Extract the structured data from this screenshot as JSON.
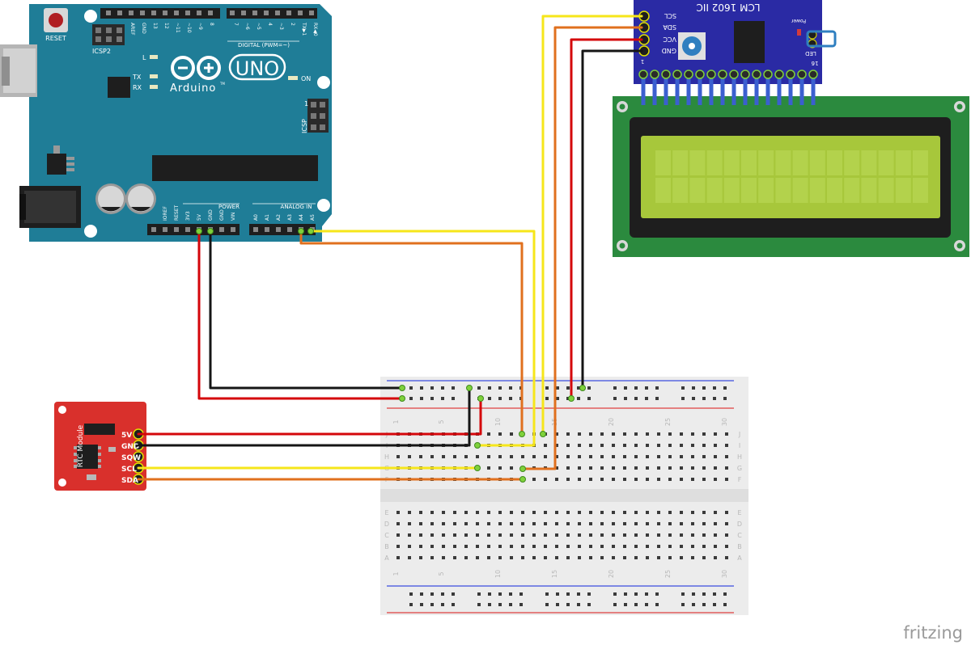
{
  "colors": {
    "arduino_board": "#1f7d97",
    "lcd_board": "#2b8a3e",
    "lcd_screen": "#a7c73b",
    "i2c_board": "#2a2aa4",
    "rtc_board": "#d9302c",
    "breadboard": "#ececec",
    "wire_red": "#d4060a",
    "wire_black": "#151515",
    "wire_yellow": "#f6e61a",
    "wire_orange": "#e0701e",
    "rail_blue": "#3b4de0",
    "rail_red": "#e04040"
  },
  "arduino": {
    "reset_label": "RESET",
    "icsp2_label": "ICSP2",
    "model_label": "UNO",
    "brand_label": "Arduino",
    "trademark": "TM",
    "l_label": "L",
    "tx_label": "TX",
    "rx_label": "RX",
    "on_label": "ON",
    "icsp_label": "ICSP",
    "icsp_pin1": "1",
    "digital_label": "DIGITAL (PWM=~)",
    "top_pins": [
      "AREF",
      "GND",
      "13",
      "12",
      "~11",
      "~10",
      "~9",
      "8",
      "7",
      "~6",
      "~5",
      "4",
      "~3",
      "2",
      "TX▶1",
      "RX◀0"
    ],
    "power_label": "POWER",
    "analog_label": "ANALOG IN",
    "power_pins": [
      "IOREF",
      "RESET",
      "3V3",
      "5V",
      "GND",
      "GND",
      "VIN"
    ],
    "analog_pins": [
      "A0",
      "A1",
      "A2",
      "A3",
      "A4",
      "A5"
    ]
  },
  "i2c_module": {
    "title": "LCM 1602 IIC",
    "power_label": "Power",
    "led_label": "LED",
    "pin_labels": [
      "SCL",
      "SDA",
      "VCC",
      "GND"
    ],
    "pin1_label": "1",
    "pin16_label": "16"
  },
  "rtc_module": {
    "title": "RTC Module",
    "pin_labels": [
      "5V",
      "GND",
      "SQW",
      "SCL",
      "SDA"
    ]
  },
  "breadboard": {
    "column_numbers": [
      "1",
      "5",
      "10",
      "15",
      "20",
      "25",
      "30"
    ],
    "row_letters_top": [
      "J",
      "I",
      "H",
      "G",
      "F"
    ],
    "row_letters_bottom": [
      "E",
      "D",
      "C",
      "B",
      "A"
    ]
  },
  "watermark": "fritzing",
  "icons": [
    "usb-connector-icon",
    "power-jack-icon",
    "reset-button-icon",
    "infinity-logo-icon",
    "potentiometer-icon"
  ]
}
